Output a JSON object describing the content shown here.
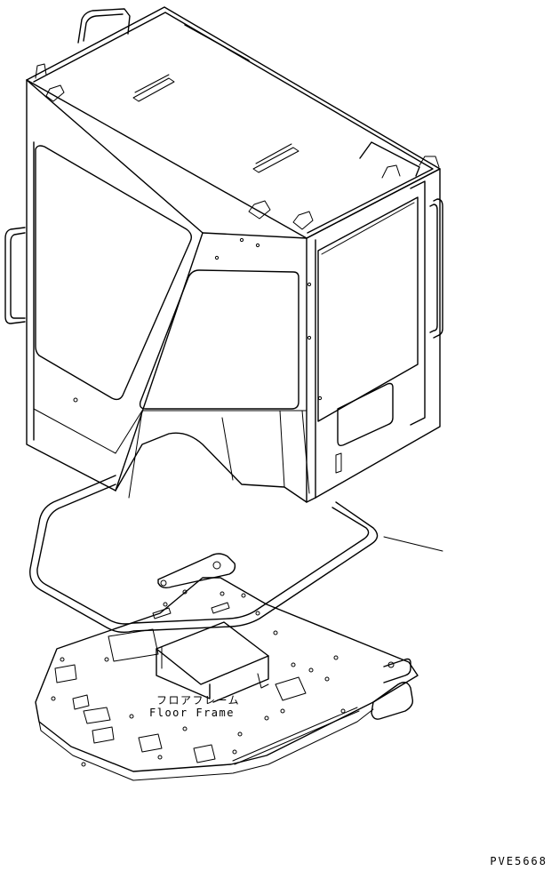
{
  "parts": {
    "floor_frame_label_jp": "フロアフレーム",
    "floor_frame_label_en": "Floor Frame"
  },
  "drawing_id": "PVE5668"
}
